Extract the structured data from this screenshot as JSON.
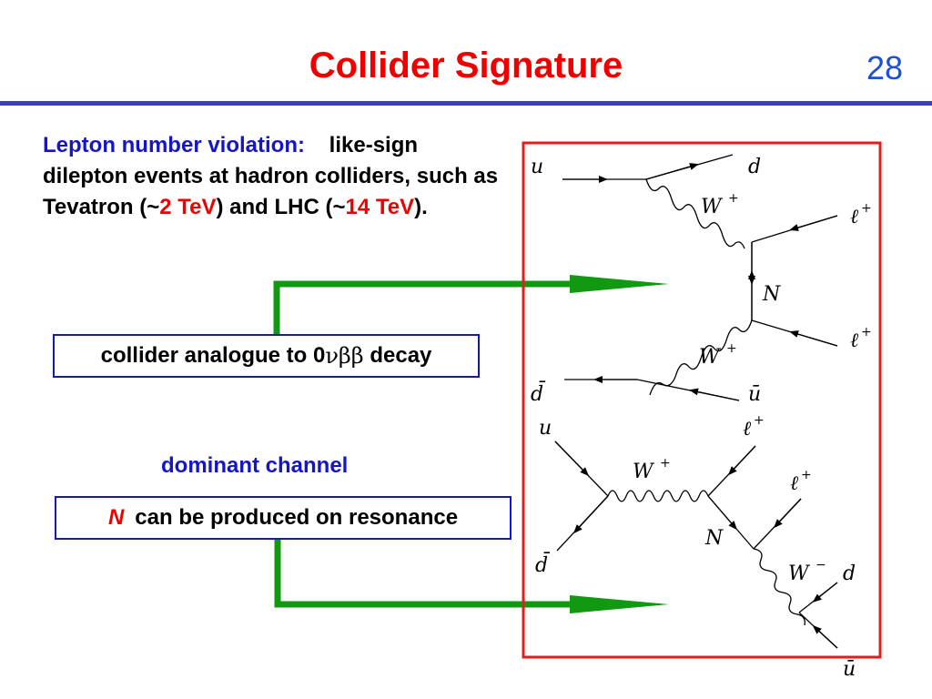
{
  "slide": {
    "title": "Collider Signature",
    "number": "28"
  },
  "intro": {
    "heading": "Lepton number violation:",
    "text_1": "like-sign dilepton events at hadron colliders, such as Tevatron (~",
    "tevatron_energy": "2 TeV",
    "text_2": ") and LHC (~",
    "lhc_energy": "14 TeV",
    "text_3": ")."
  },
  "box_analogue": {
    "text_prefix": "collider analogue to 0",
    "greek": "νββ",
    "text_suffix": " decay"
  },
  "dominant_label": "dominant channel",
  "box_resonance": {
    "symbol": "N",
    "text": "can be produced on resonance"
  },
  "diagram_top": {
    "u": "u",
    "d": "d",
    "W1": "W",
    "W1_sup": "+",
    "lplus1": "ℓ",
    "lplus1_sup": "+",
    "N": "N",
    "lplus2": "ℓ",
    "lplus2_sup": "+",
    "W2": "W",
    "W2_sup": "+",
    "dbar": "d̄",
    "ubar": "ū"
  },
  "diagram_bottom": {
    "u": "u",
    "dbar": "d̄",
    "W": "W",
    "W_sup": "+",
    "lplus1": "ℓ",
    "lplus1_sup": "+",
    "lplus2": "ℓ",
    "lplus2_sup": "+",
    "N": "N",
    "Wm": "W",
    "Wm_sup": "−",
    "d": "d",
    "ubar": "ū"
  },
  "colors": {
    "title": "#ee0000",
    "accent_blue": "#1515c8",
    "frame_red": "#e31c1c",
    "arrow_green": "#119911"
  }
}
